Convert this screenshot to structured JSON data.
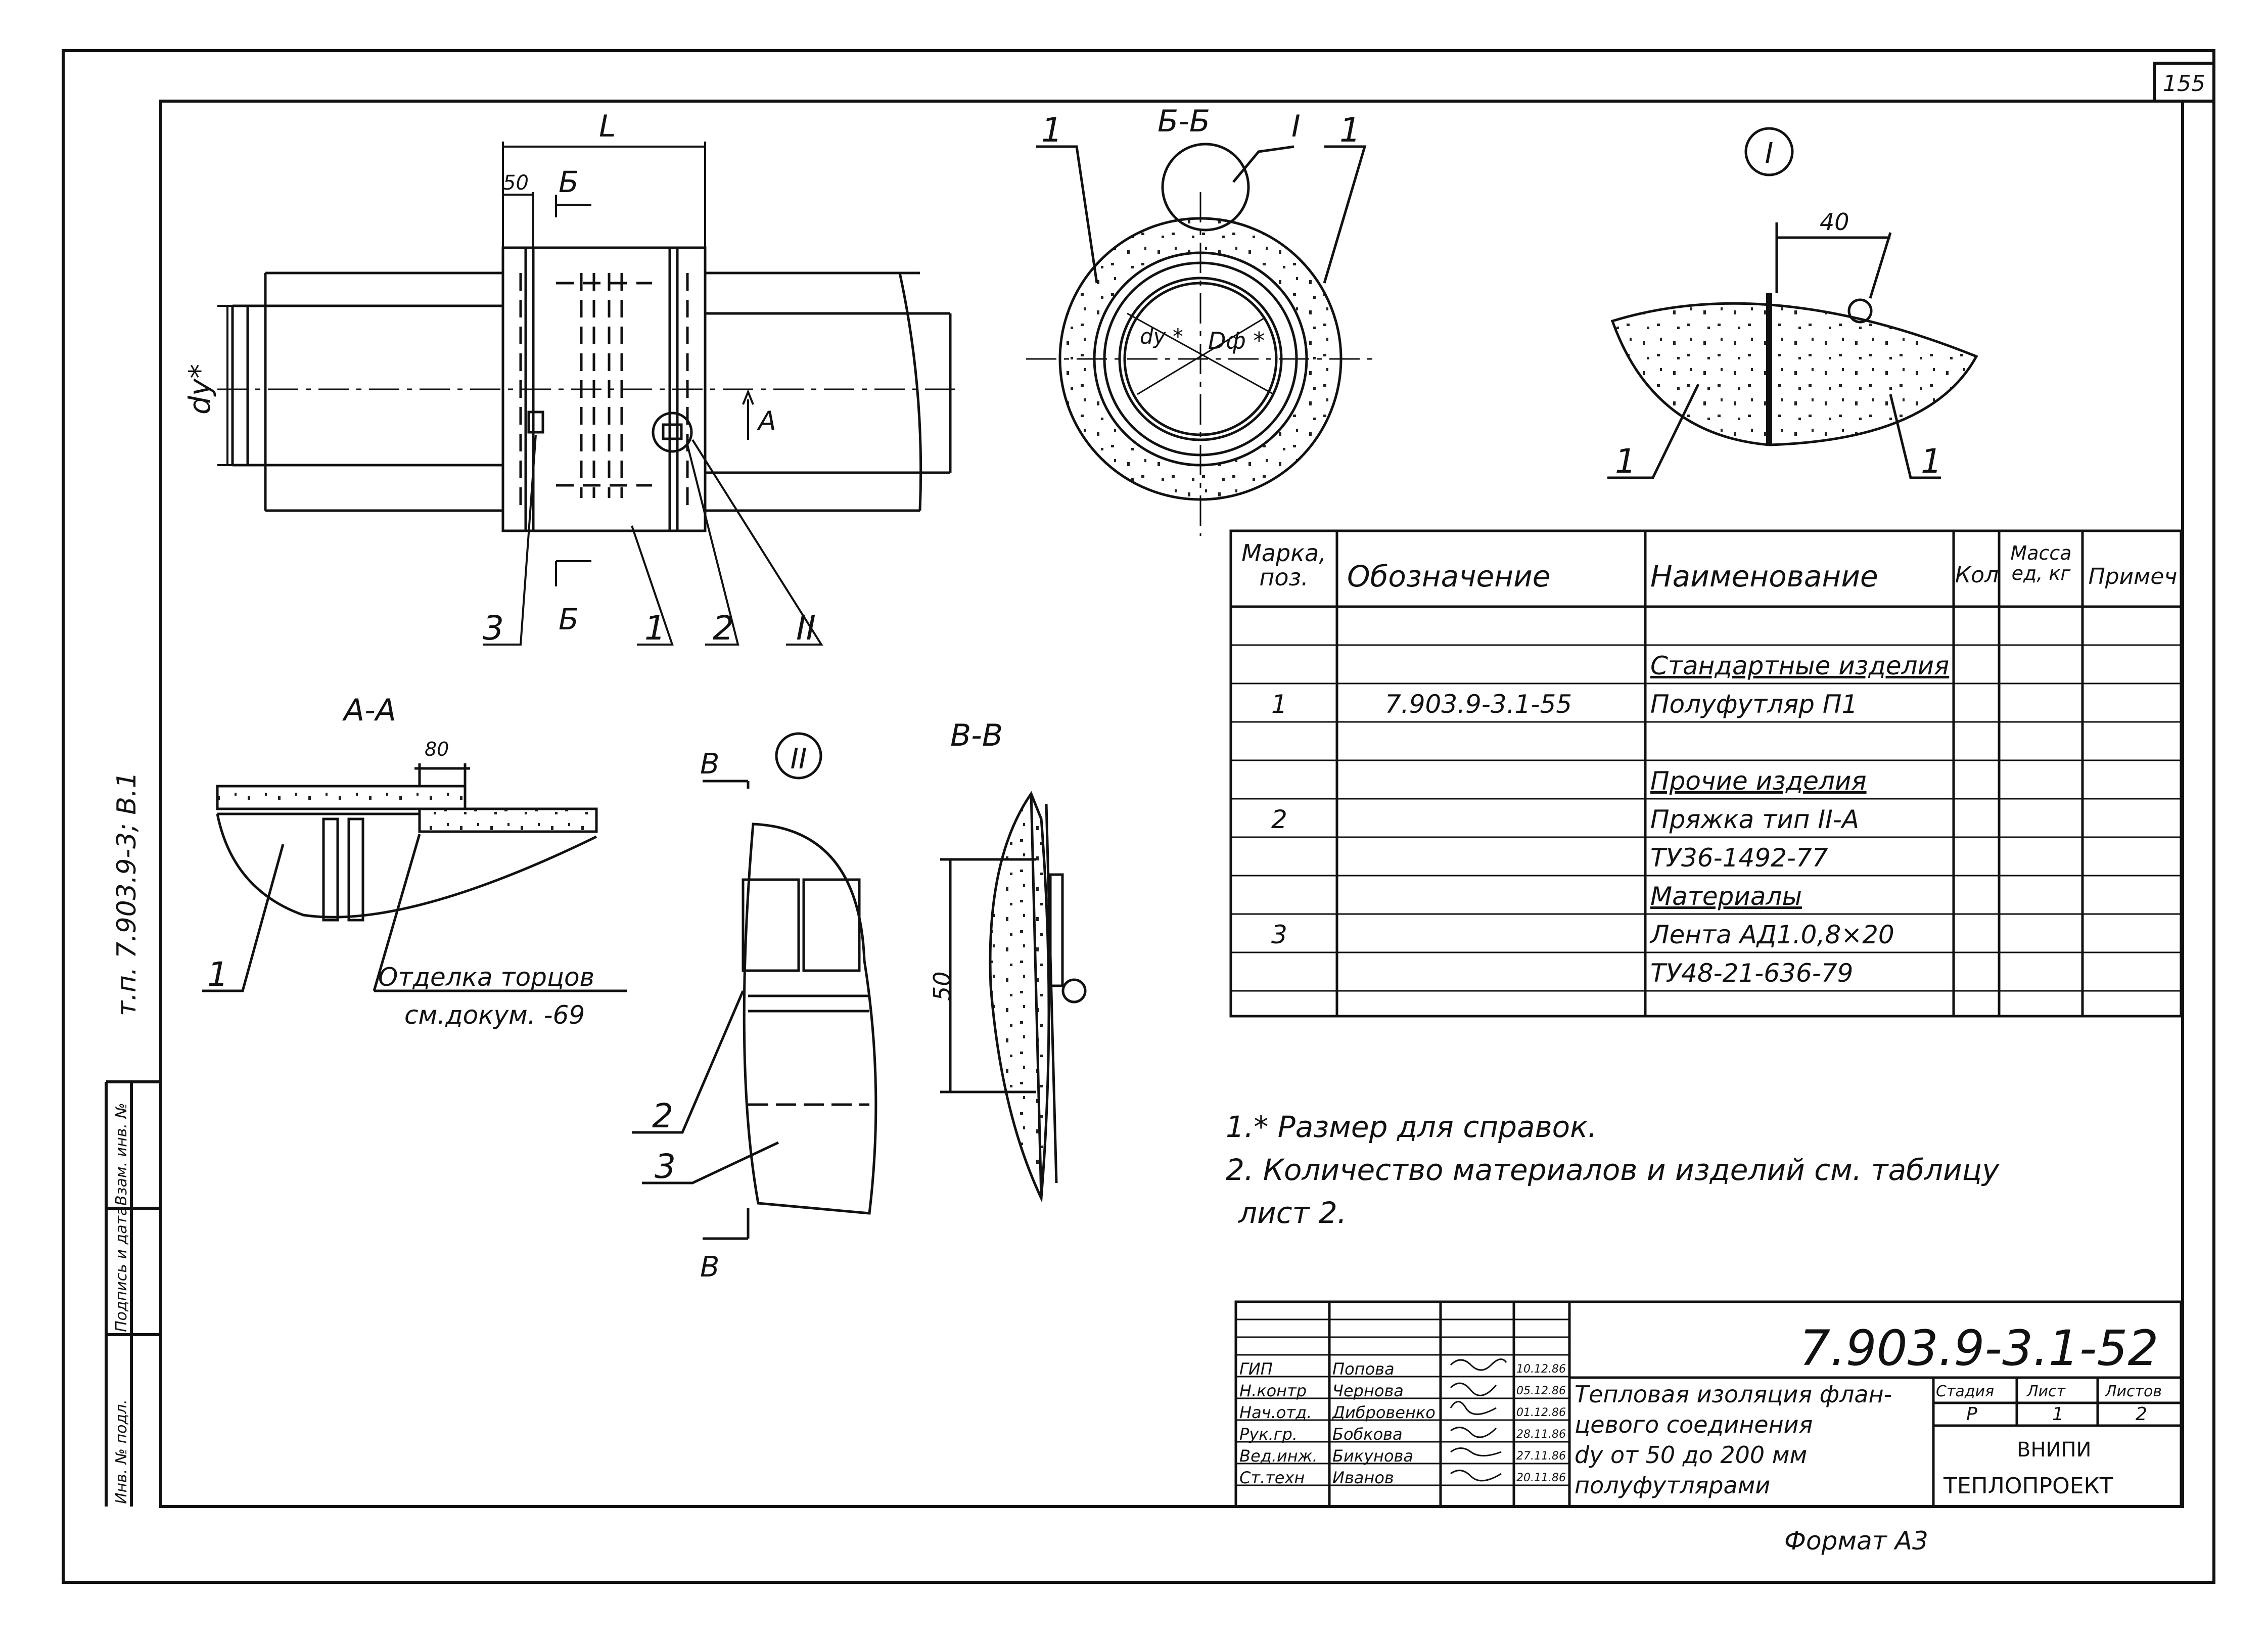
{
  "sheet_number": "155",
  "side_stamp": "т.п. 7.903.9-3; В.1",
  "side_columns": [
    "Инв. № подл.",
    "Подпись и дата",
    "Взам. инв. №"
  ],
  "main_view": {
    "dim_length": "L",
    "dim_50": "50",
    "dim_dy": "dy*",
    "section_b": "Б",
    "view_arrow_a": "А",
    "callouts": [
      "3",
      "1",
      "2",
      "II"
    ]
  },
  "section_bb": {
    "title": "Б-Б",
    "detail_ref": "I",
    "callouts": [
      "1",
      "1"
    ],
    "dim_dy": "dу *",
    "dim_df": "Dф *"
  },
  "detail_I": {
    "title": "I",
    "dim": "40",
    "callouts": [
      "1",
      "1"
    ]
  },
  "section_aa": {
    "title": "А-А",
    "dim": "80",
    "callout": "1",
    "note_line1": "Отделка торцов",
    "note_line2": "см.докум. -69"
  },
  "detail_II": {
    "title": "II",
    "section_mark": "В",
    "callouts": [
      "2",
      "3"
    ]
  },
  "section_vv": {
    "title": "В-В",
    "dim": "50"
  },
  "spec_table": {
    "headers": [
      "Марка, поз.",
      "Обозначение",
      "Наименование",
      "Кол",
      "Масса ед, кг",
      "Примеч"
    ],
    "rows": [
      {
        "pos": "",
        "code": "",
        "name": "",
        "underline": false
      },
      {
        "pos": "",
        "code": "",
        "name": "Стандартные изделия",
        "underline": true
      },
      {
        "pos": "1",
        "code": "7.903.9-3.1-55",
        "name": "Полуфутляр П1",
        "underline": false
      },
      {
        "pos": "",
        "code": "",
        "name": "",
        "underline": false
      },
      {
        "pos": "",
        "code": "",
        "name": "Прочие изделия",
        "underline": true
      },
      {
        "pos": "2",
        "code": "",
        "name": "Пряжка тип II-А",
        "underline": false
      },
      {
        "pos": "",
        "code": "",
        "name": "ТУ36-1492-77",
        "underline": false
      },
      {
        "pos": "",
        "code": "",
        "name": "Материалы",
        "underline": true
      },
      {
        "pos": "3",
        "code": "",
        "name": "Лента АД1.0,8×20",
        "underline": false
      },
      {
        "pos": "",
        "code": "",
        "name": "ТУ48-21-636-79",
        "underline": false
      }
    ]
  },
  "notes": [
    "1.* Размер для справок.",
    "2. Количество материалов и изделий см. таблицу",
    "лист 2."
  ],
  "title_block": {
    "doc_code": "7.903.9-3.1-52",
    "title_lines": [
      "Тепловая изоляция флан-",
      "цевого соединения",
      "dy от 50 до 200 мм",
      "полуфутлярами"
    ],
    "stage_headers": [
      "Стадия",
      "Лист",
      "Листов"
    ],
    "stage_values": [
      "Р",
      "1",
      "2"
    ],
    "org_line1": "ВНИПИ",
    "org_line2": "ТЕПЛОПРОЕКТ",
    "format": "Формат А3",
    "signers": [
      {
        "role": "ГИП",
        "name": "Попова",
        "date": "10.12.86"
      },
      {
        "role": "Н.контр",
        "name": "Чернова",
        "date": "05.12.86"
      },
      {
        "role": "Нач.отд.",
        "name": "Дибровенко",
        "date": "01.12.86"
      },
      {
        "role": "Рук.гр.",
        "name": "Бобкова",
        "date": "28.11.86"
      },
      {
        "role": "Вед.инж.",
        "name": "Бикунова",
        "date": "27.11.86"
      },
      {
        "role": "Ст.техн",
        "name": "Иванов",
        "date": "20.11.86"
      }
    ]
  },
  "colors": {
    "ink": "#111111",
    "paper": "#ffffff",
    "fill_dots": "#222222"
  }
}
